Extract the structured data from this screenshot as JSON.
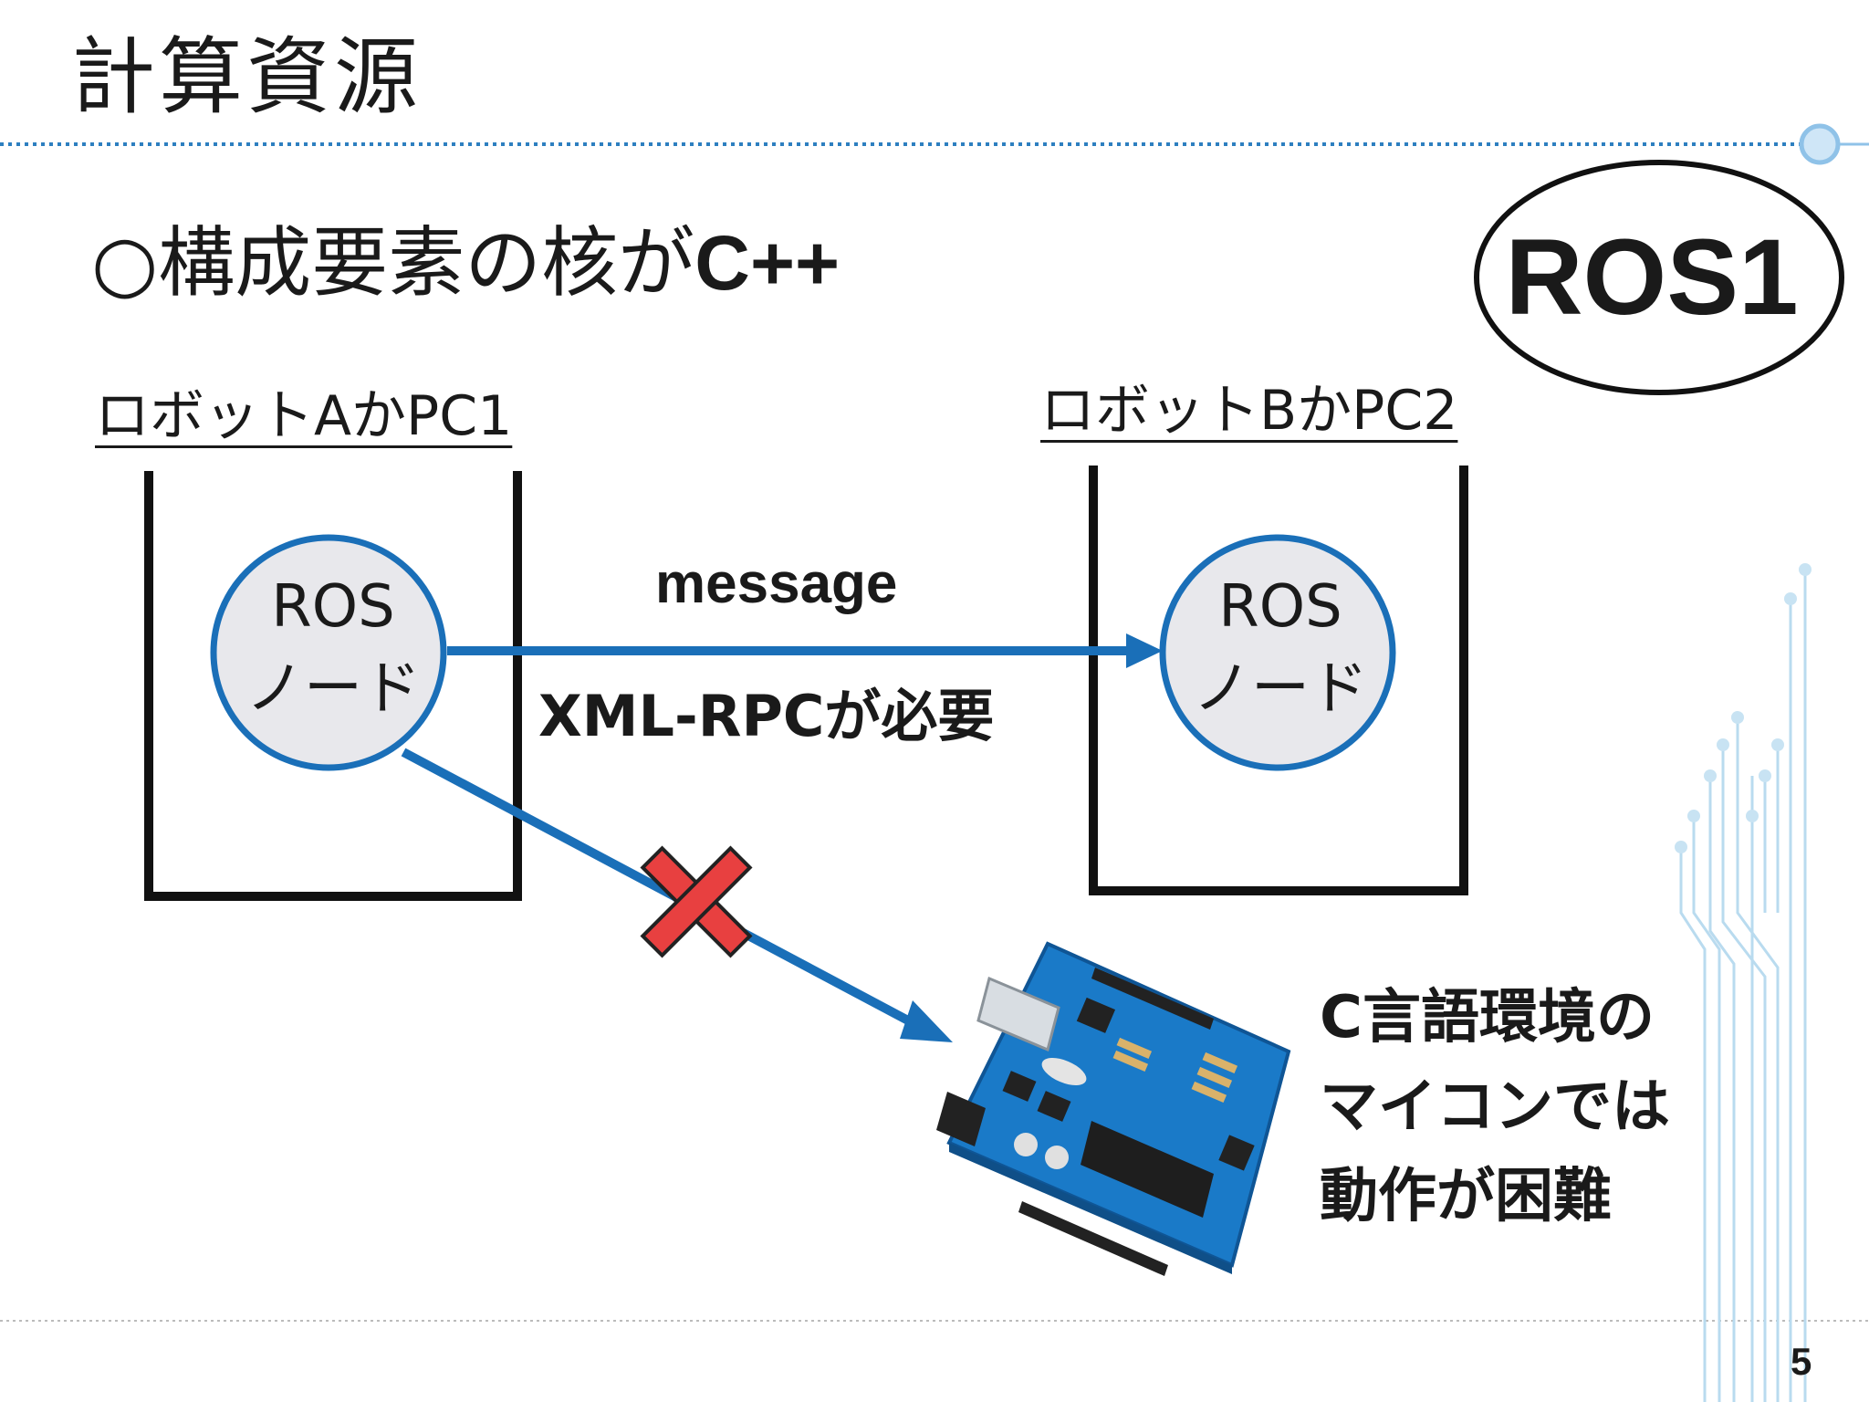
{
  "slide": {
    "title": "計算資源",
    "bullet": {
      "prefix": "○構成要素の核が",
      "emphasis": "C++"
    },
    "badge": "ROS1",
    "machine_a": {
      "label": "ロボットAかPC1",
      "node_line1": "ROS",
      "node_line2": "ノード"
    },
    "machine_b": {
      "label": "ロボットBかPC2",
      "node_line1": "ROS",
      "node_line2": "ノード"
    },
    "arrow_top_label": "message",
    "arrow_bottom_label": "XML-RPCが必要",
    "note_lines": [
      "C言語環境の",
      "マイコンでは",
      "動作が困難"
    ],
    "page_number": "5"
  },
  "colors": {
    "accent_blue": "#1a6fb8",
    "node_fill": "#e8e8ec",
    "cross_red": "#e84040",
    "board_blue": "#1a7ac8"
  },
  "icons": [
    "cross-mark-icon",
    "microcontroller-board-icon",
    "circuit-decoration-icon"
  ]
}
